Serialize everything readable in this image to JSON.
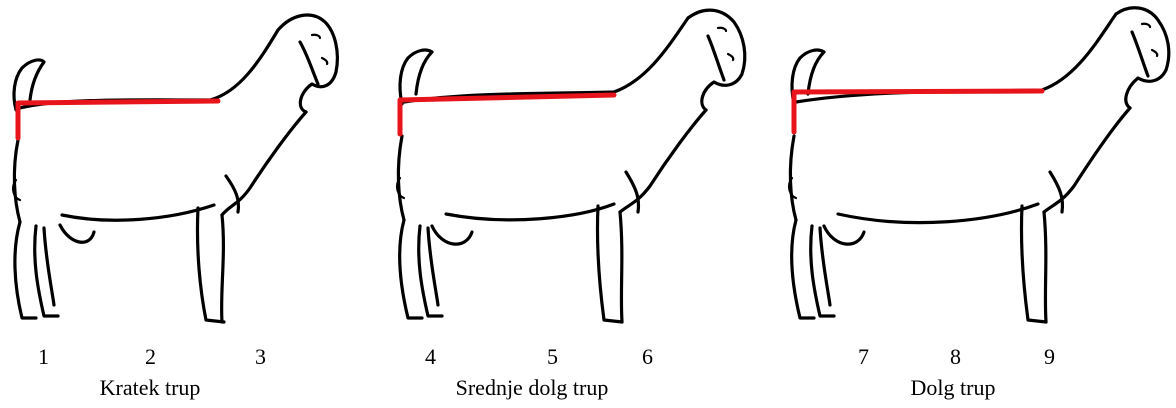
{
  "figure": {
    "accent_color": "#e8141b",
    "line_color": "#000000",
    "panels": [
      {
        "numbers": [
          "1",
          "2",
          "3"
        ],
        "caption": "Kratek trup"
      },
      {
        "numbers": [
          "4",
          "5",
          "6"
        ],
        "caption": "Srednje dolg trup"
      },
      {
        "numbers": [
          "7",
          "8",
          "9"
        ],
        "caption": "Dolg trup"
      }
    ]
  }
}
